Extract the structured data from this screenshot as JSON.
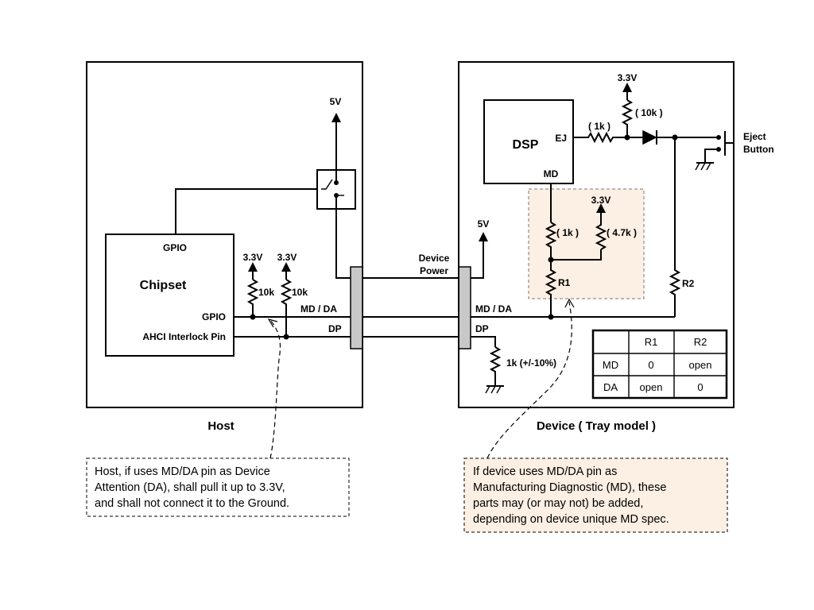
{
  "host": {
    "caption": "Host",
    "chipset_label": "Chipset",
    "gpio_top": "GPIO",
    "gpio_right": "GPIO",
    "ahci_pin": "AHCI Interlock Pin",
    "supply_5v": "5V",
    "supply_a": "3.3V",
    "supply_b": "3.3V",
    "res_a": "10k",
    "res_b": "10k",
    "line_mdda": "MD / DA",
    "line_dp": "DP"
  },
  "device": {
    "caption": "Device ( Tray model )",
    "dsp_label": "DSP",
    "ej_pin": "EJ",
    "md_pin": "MD",
    "res_1k_ej": "( 1k )",
    "supply_33_top": "3.3V",
    "res_10k": "( 10k )",
    "eject_button": [
      "Eject",
      "Button"
    ],
    "supply_33_mid": "3.3V",
    "res_1k_md": "( 1k )",
    "res_47k": "( 4.7k )",
    "r1": "R1",
    "r2": "R2",
    "supply_5v": "5V",
    "device_power": [
      "Device",
      "Power"
    ],
    "line_mdda": "MD / DA",
    "line_dp": "DP",
    "res_dp": "1k (+/-10%)"
  },
  "table": {
    "headers": [
      "",
      "R1",
      "R2"
    ],
    "rows": [
      [
        "MD",
        "0",
        "open"
      ],
      [
        "DA",
        "open",
        "0"
      ]
    ]
  },
  "notes": {
    "host": [
      "Host, if uses MD/DA pin as Device",
      "Attention (DA), shall pull it up to 3.3V,",
      "and shall not connect it to the Ground."
    ],
    "device": [
      "If device uses MD/DA pin as",
      "Manufacturing Diagnostic (MD), these",
      "parts may (or may not) be added,",
      "depending on device unique MD spec."
    ]
  },
  "colors": {
    "highlight_fill": "#fcefe3",
    "connector_fill": "#c8c8c8",
    "line": "#000000"
  },
  "icons": [
    "resistor",
    "diode",
    "ground-symbol",
    "switch-symbol",
    "supply-arrow",
    "push-button"
  ]
}
